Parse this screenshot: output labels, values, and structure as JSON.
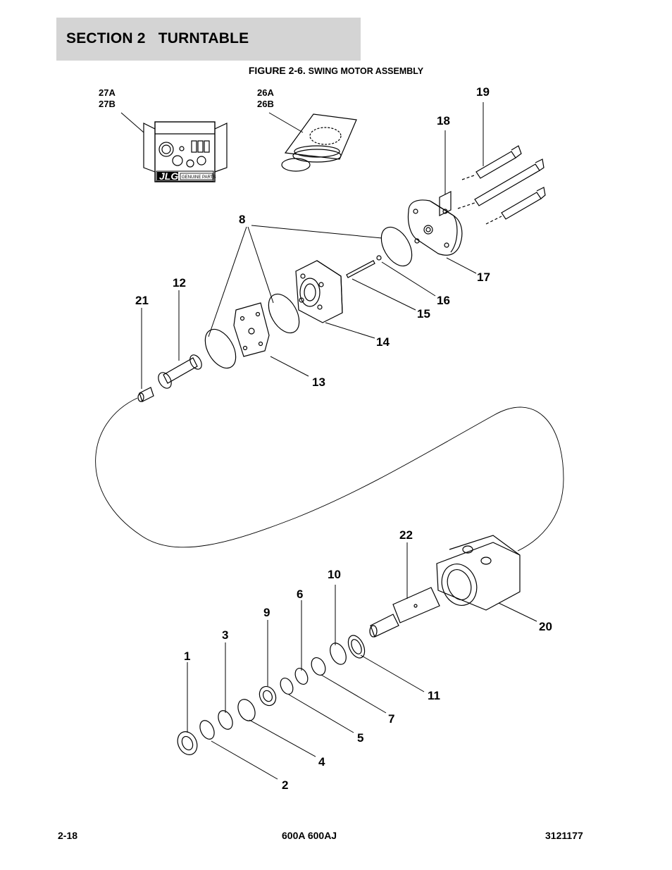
{
  "header": {
    "section_title": "SECTION 2   TURNTABLE"
  },
  "figure": {
    "caption_prefix": "FIGURE 2-6. ",
    "caption_title": "SWING MOTOR ASSEMBLY",
    "callouts": [
      "27A",
      "27B",
      "26A",
      "26B",
      "19",
      "18",
      "8",
      "17",
      "12",
      "21",
      "16",
      "15",
      "14",
      "13",
      "22",
      "10",
      "6",
      "9",
      "3",
      "1",
      "20",
      "11",
      "7",
      "5",
      "4",
      "2"
    ],
    "kit_logo": "JLG",
    "kit_label": "GENUINE PARTS"
  },
  "footer": {
    "page_number": "2-18",
    "model": "600A 600AJ",
    "doc_number": "3121177"
  }
}
